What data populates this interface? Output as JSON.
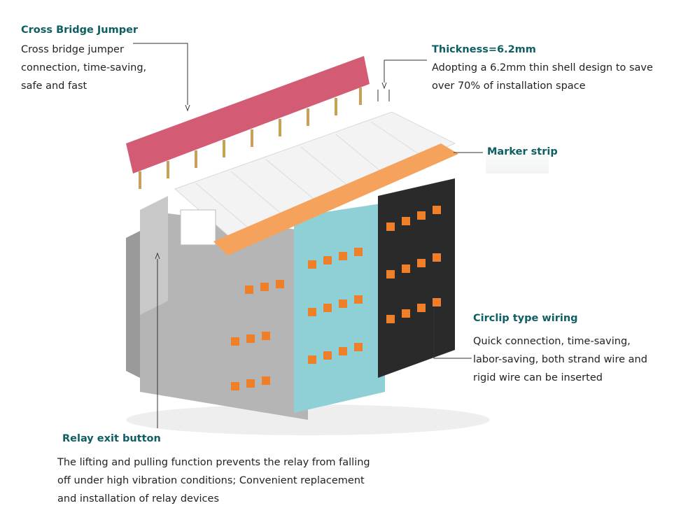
{
  "callouts": {
    "cross_bridge": {
      "title": "Cross Bridge Jumper",
      "desc": "Cross bridge jumper\nconnection, time-saving,\nsafe and fast"
    },
    "thickness": {
      "title": "Thickness=6.2mm",
      "desc": "Adopting a 6.2mm thin shell design to save\nover 70% of installation space"
    },
    "marker_strip": {
      "title": "Marker strip"
    },
    "circlip": {
      "title": "Circlip type wiring",
      "desc": "Quick connection, time-saving,\nlabor-saving, both strand wire and\nrigid wire can be inserted"
    },
    "relay_exit": {
      "title": "Relay exit button",
      "desc": "The lifting and pulling function prevents the relay from falling\noff under high vibration conditions; Convenient replacement\nand installation of relay devices"
    }
  },
  "colors": {
    "title": "#0e5f63",
    "jumper": "#d35b74",
    "marker_strip": "#f5a35c",
    "module_grey": "#a9a9a9",
    "module_blue": "#8fd0d6",
    "module_black": "#2a2a2a",
    "terminal_orange": "#f07f2a"
  }
}
